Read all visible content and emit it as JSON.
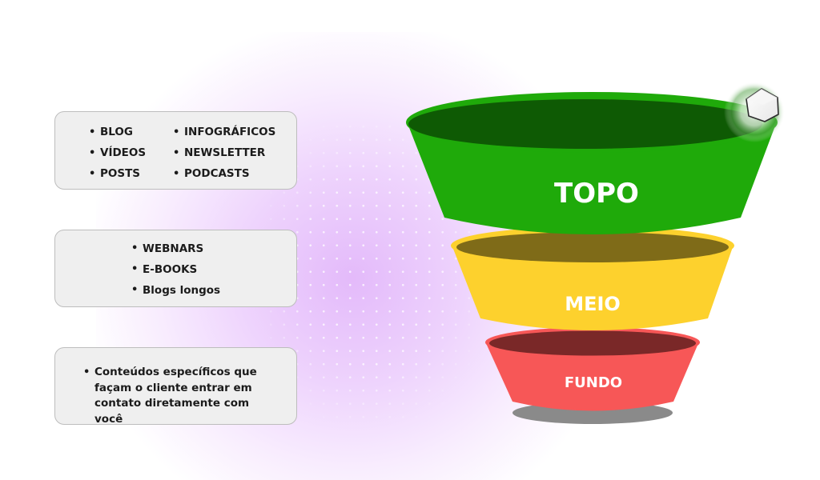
{
  "diagram": {
    "type": "sales-funnel",
    "stages": [
      {
        "label": "TOPO",
        "color": "#1faa0a",
        "inner_color": "#0e5a04"
      },
      {
        "label": "MEIO",
        "color": "#fdd12d",
        "inner_color": "#7f6b18"
      },
      {
        "label": "FUNDO",
        "color": "#f75757",
        "inner_color": "#7a2828"
      }
    ],
    "badge_icon": "hexagon-cube-icon"
  },
  "cards": [
    {
      "stage": "TOPO",
      "columns": [
        [
          "BLOG",
          "VÍDEOS",
          "POSTS"
        ],
        [
          "INFOGRÁFICOS",
          "NEWSLETTER",
          "PODCASTS"
        ]
      ]
    },
    {
      "stage": "MEIO",
      "columns": [
        [
          "WEBNARS",
          "E-BOOKS",
          "Blogs longos"
        ]
      ]
    },
    {
      "stage": "FUNDO",
      "columns": [
        [
          "Conteúdos específicos que façam o cliente entrar em contato diretamente com você"
        ]
      ]
    }
  ]
}
